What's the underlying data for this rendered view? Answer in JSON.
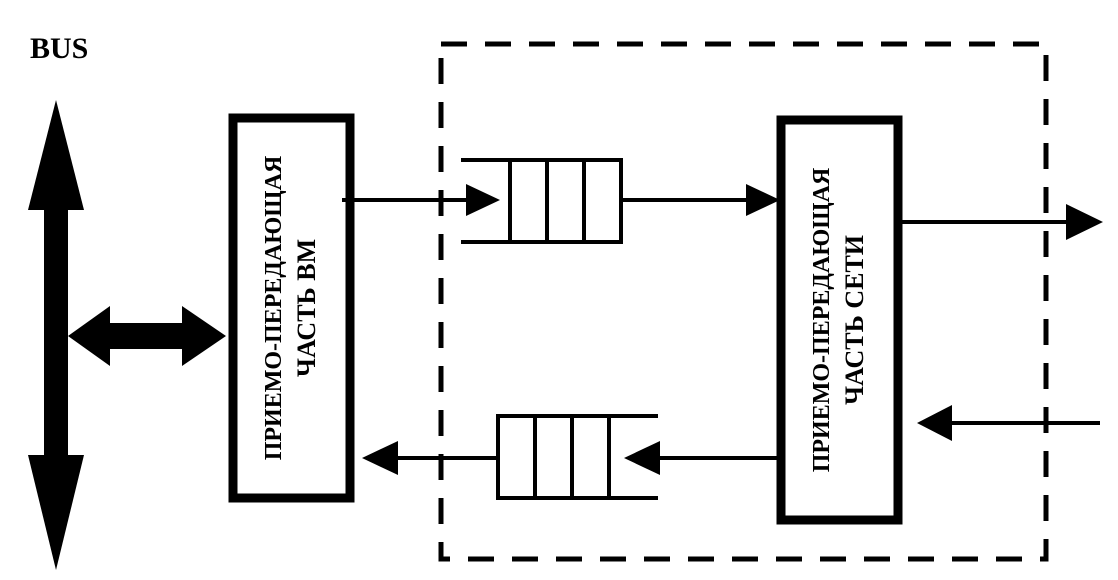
{
  "diagram": {
    "bus_label": "BUS",
    "vm_block": {
      "line1": "ПРИЕМО-ПЕРЕДАЮЩАЯ",
      "line2": "ЧАСТЬ ВМ"
    },
    "net_block": {
      "line1": "ПРИЕМО-ПЕРЕДАЮЩАЯ",
      "line2": "ЧАСТЬ СЕТИ"
    },
    "colors": {
      "stroke": "#000000",
      "background": "#ffffff"
    }
  }
}
